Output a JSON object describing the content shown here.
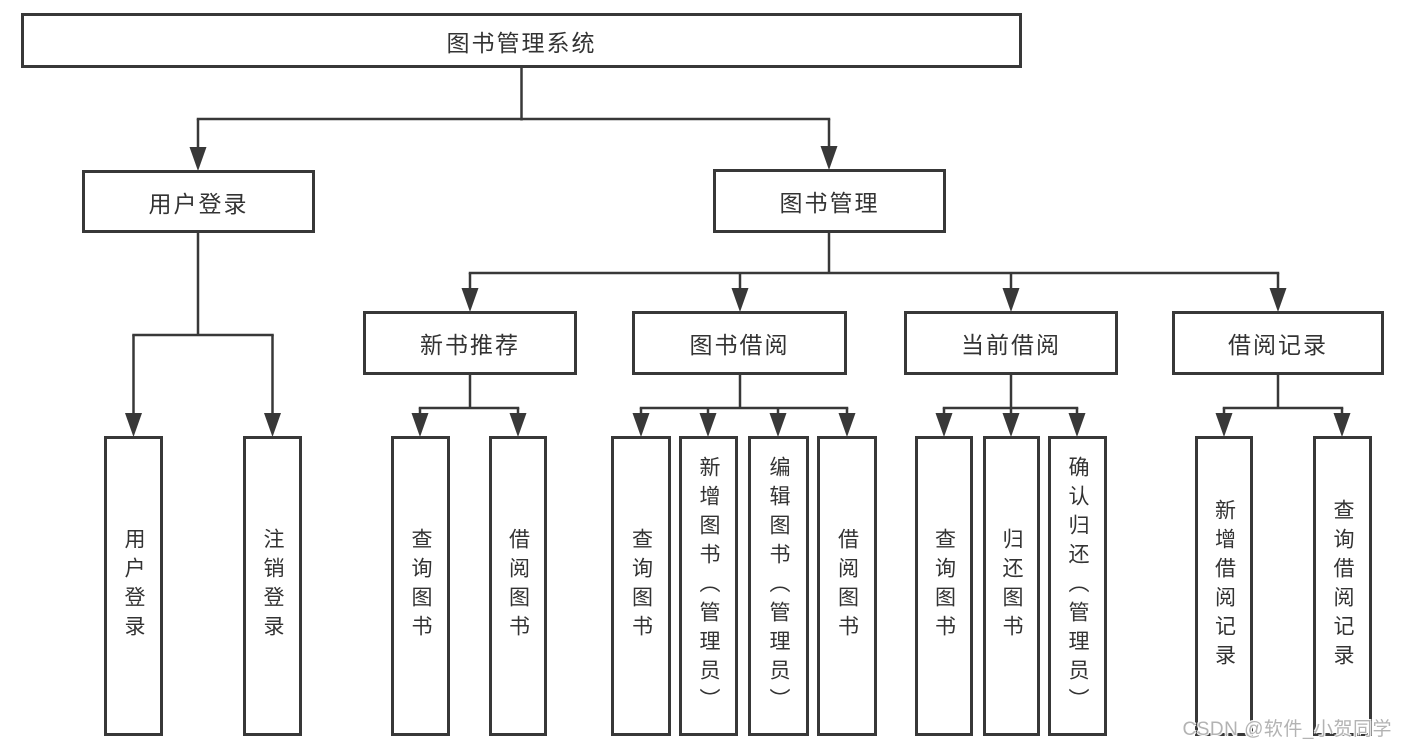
{
  "tree": {
    "root": {
      "label": "图书管理系统"
    },
    "level2": [
      {
        "label": "用户登录"
      },
      {
        "label": "图书管理"
      }
    ],
    "level3": [
      {
        "label": "新书推荐",
        "parent": "图书管理"
      },
      {
        "label": "图书借阅",
        "parent": "图书管理"
      },
      {
        "label": "当前借阅",
        "parent": "图书管理"
      },
      {
        "label": "借阅记录",
        "parent": "图书管理"
      }
    ],
    "leaves": [
      {
        "label": "用户登录",
        "parent": "用户登录"
      },
      {
        "label": "注销登录",
        "parent": "用户登录"
      },
      {
        "label": "查询图书",
        "parent": "新书推荐"
      },
      {
        "label": "借阅图书",
        "parent": "新书推荐"
      },
      {
        "label": "查询图书",
        "parent": "图书借阅"
      },
      {
        "label": "新增图书（管理员）",
        "parent": "图书借阅"
      },
      {
        "label": "编辑图书（管理员）",
        "parent": "图书借阅"
      },
      {
        "label": "借阅图书",
        "parent": "图书借阅"
      },
      {
        "label": "查询图书",
        "parent": "当前借阅"
      },
      {
        "label": "归还图书",
        "parent": "当前借阅"
      },
      {
        "label": "确认归还（管理员）",
        "parent": "当前借阅"
      },
      {
        "label": "新增借阅记录",
        "parent": "借阅记录"
      },
      {
        "label": "查询借阅记录",
        "parent": "借阅记录"
      }
    ]
  },
  "watermark": {
    "text": "CSDN @软件_小贺同学"
  },
  "colors": {
    "line": "#383838",
    "box_border": "#383838",
    "text": "#333333",
    "background": "#ffffff",
    "watermark": "#b3b3b3"
  }
}
